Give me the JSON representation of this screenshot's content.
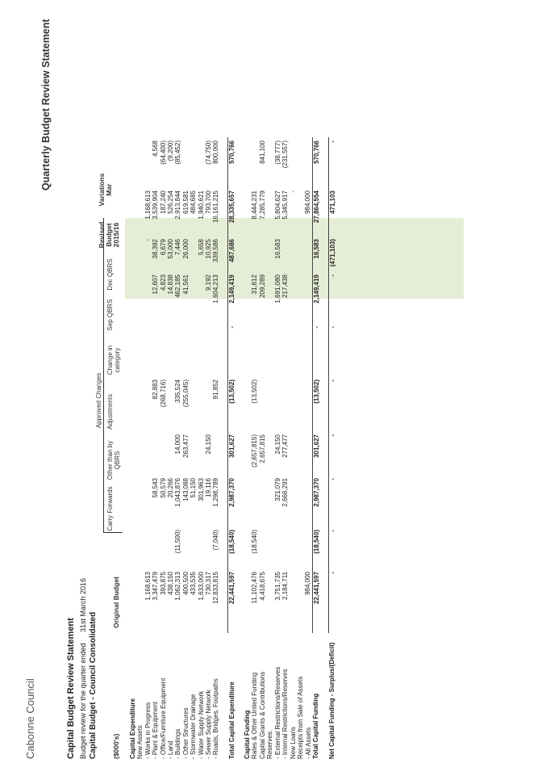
{
  "header": {
    "council": "Cabonne Council",
    "title": "Quarterly Budget Review Statement",
    "subtitle": "Capital Budget Review Statement",
    "review_label": "Budget review for the quarter ended",
    "review_date": "31st March 2016",
    "consolidated": "Capital Budget - Council Consolidated"
  },
  "columns": {
    "units": "($000's)",
    "original": "Original Budget",
    "approved_group": "Approved Changes",
    "carry": "Carry Forwards",
    "other": "Other than by QBRS",
    "adjust": "Adjustments",
    "change": "Change in category",
    "sep": "Sep QBRS",
    "dec": "Dec QBRS",
    "revised": "Revised Budget 2015/16",
    "variations": "Variations Mar"
  },
  "rows": [
    {
      "label": "Capital Expenditure",
      "type": "head",
      "v": [
        "",
        "",
        "",
        "",
        "",
        "",
        "",
        "",
        "",
        "",
        ""
      ]
    },
    {
      "label": "New Assets",
      "type": "sub",
      "v": [
        "",
        "",
        "",
        "",
        "",
        "",
        "",
        "",
        "",
        "",
        ""
      ]
    },
    {
      "label": "- Works in Progress",
      "v": [
        "1,168,613",
        "",
        "",
        "",
        "",
        "",
        "",
        "-",
        "1,168,613",
        ""
      ]
    },
    {
      "label": "- Plant & Equipment",
      "v": [
        "3,347,479",
        "",
        "58,543",
        "",
        "82,883",
        "",
        "12,607",
        "38,392",
        "3,539,904",
        "4,568"
      ]
    },
    {
      "label": "- Office/Furniture Equipment",
      "v": [
        "393,875",
        "",
        "50,579",
        "",
        "(268,716)",
        "",
        "4,823",
        "6,679",
        "187,240",
        "(64,400)"
      ]
    },
    {
      "label": "- Land",
      "v": [
        "438,150",
        "",
        "20,266",
        "",
        "",
        "",
        "14,838",
        "53,000",
        "526,254",
        "(9,200)"
      ]
    },
    {
      "label": "- Buildings",
      "v": [
        "1,062,313",
        "(11,500)",
        "1,043,876",
        "14,000",
        "335,524",
        "",
        "462,185",
        "7,446",
        "2,913,844",
        "(85,452)"
      ]
    },
    {
      "label": "- Other Structures",
      "v": [
        "400,500",
        "",
        "143,088",
        "263,477",
        "(255,045)",
        "",
        "41,561",
        "26,000",
        "619,581",
        ""
      ]
    },
    {
      "label": "- Stormwater Drainage",
      "v": [
        "433,535",
        "",
        "51,150",
        "",
        "",
        "",
        "",
        "",
        "484,685",
        ""
      ]
    },
    {
      "label": "- Water Supply Network",
      "v": [
        "1,633,000",
        "",
        "301,963",
        "",
        "",
        "",
        "",
        "5,658",
        "1,940,621",
        ""
      ]
    },
    {
      "label": "- Sewer Supply Network",
      "v": [
        "730,317",
        "",
        "19,116",
        "24,150",
        "",
        "",
        "9,192",
        "10,925",
        "793,700",
        "(74,750)"
      ]
    },
    {
      "label": "- Roads, Bridges, Footpaths",
      "v": [
        "12,833,815",
        "(7,040)",
        "1,298,789",
        "",
        "91,852",
        "",
        "1,604,213",
        "339,586",
        "16,161,215",
        "800,000"
      ]
    },
    {
      "label": "",
      "type": "blank",
      "v": [
        "",
        "",
        "",
        "",
        "",
        "",
        "",
        "",
        "",
        ""
      ]
    },
    {
      "label": "Total Capital Expenditure",
      "type": "total",
      "v": [
        "22,441,597",
        "(18,540)",
        "2,987,370",
        "301,627",
        "(13,502)",
        "-",
        "2,149,419",
        "487,686",
        "28,335,657",
        "570,766"
      ]
    },
    {
      "label": "",
      "type": "blank",
      "v": [
        "",
        "",
        "",
        "",
        "",
        "",
        "",
        "",
        "",
        ""
      ]
    },
    {
      "label": "Capital Funding",
      "type": "head",
      "v": [
        "",
        "",
        "",
        "",
        "",
        "",
        "",
        "",
        "",
        ""
      ]
    },
    {
      "label": "Rates & Other Untied Funding",
      "v": [
        "11,102,476",
        "(18,540)",
        "",
        "(2,657,815)",
        "(13,502)",
        "",
        "31,612",
        "",
        "8,444,231",
        ""
      ]
    },
    {
      "label": "Capital Grants & Contributions",
      "v": [
        "4,418,675",
        "",
        "",
        "2,657,815",
        "",
        "",
        "209,289",
        "",
        "7,285,779",
        "841,100"
      ]
    },
    {
      "label": "Reserves:",
      "v": [
        "",
        "",
        "",
        "",
        "",
        "",
        "",
        "",
        "",
        ""
      ]
    },
    {
      "label": "- External Restrictions/Reserves",
      "v": [
        "3,751,735",
        "",
        "321,079",
        "24,150",
        "",
        "",
        "1,691,080",
        "16,583",
        "5,804,627",
        "(38,777)"
      ]
    },
    {
      "label": "- Internal Restrictions/Reserves",
      "v": [
        "2,184,711",
        "",
        "2,666,291",
        "277,477",
        "",
        "",
        "217,438",
        "",
        "5,345,917",
        "(231,557)"
      ]
    },
    {
      "label": "New Loans",
      "v": [
        "",
        "",
        "",
        "",
        "",
        "",
        "",
        "",
        "-",
        ""
      ]
    },
    {
      "label": "Receipts from Sale of Assets",
      "v": [
        "",
        "",
        "",
        "",
        "",
        "",
        "",
        "",
        "",
        ""
      ]
    },
    {
      "label": "- All Assets",
      "v": [
        "984,000",
        "",
        "",
        "",
        "",
        "",
        "",
        "",
        "984,000",
        ""
      ]
    },
    {
      "label": "Total Capital Funding",
      "type": "total",
      "v": [
        "22,441,597",
        "(18,540)",
        "2,987,370",
        "301,627",
        "(13,502)",
        "-",
        "2,149,419",
        "16,583",
        "27,864,554",
        "570,766"
      ]
    },
    {
      "label": "",
      "type": "blank",
      "v": [
        "",
        "",
        "",
        "",
        "",
        "",
        "",
        "",
        "",
        ""
      ]
    },
    {
      "label": "Net Capital Funding - Surplus/(Deficit)",
      "type": "total",
      "v": [
        "-",
        "-",
        "-",
        "-",
        "-",
        "-",
        "-",
        "(471,103)",
        "471,103",
        "-"
      ]
    }
  ]
}
